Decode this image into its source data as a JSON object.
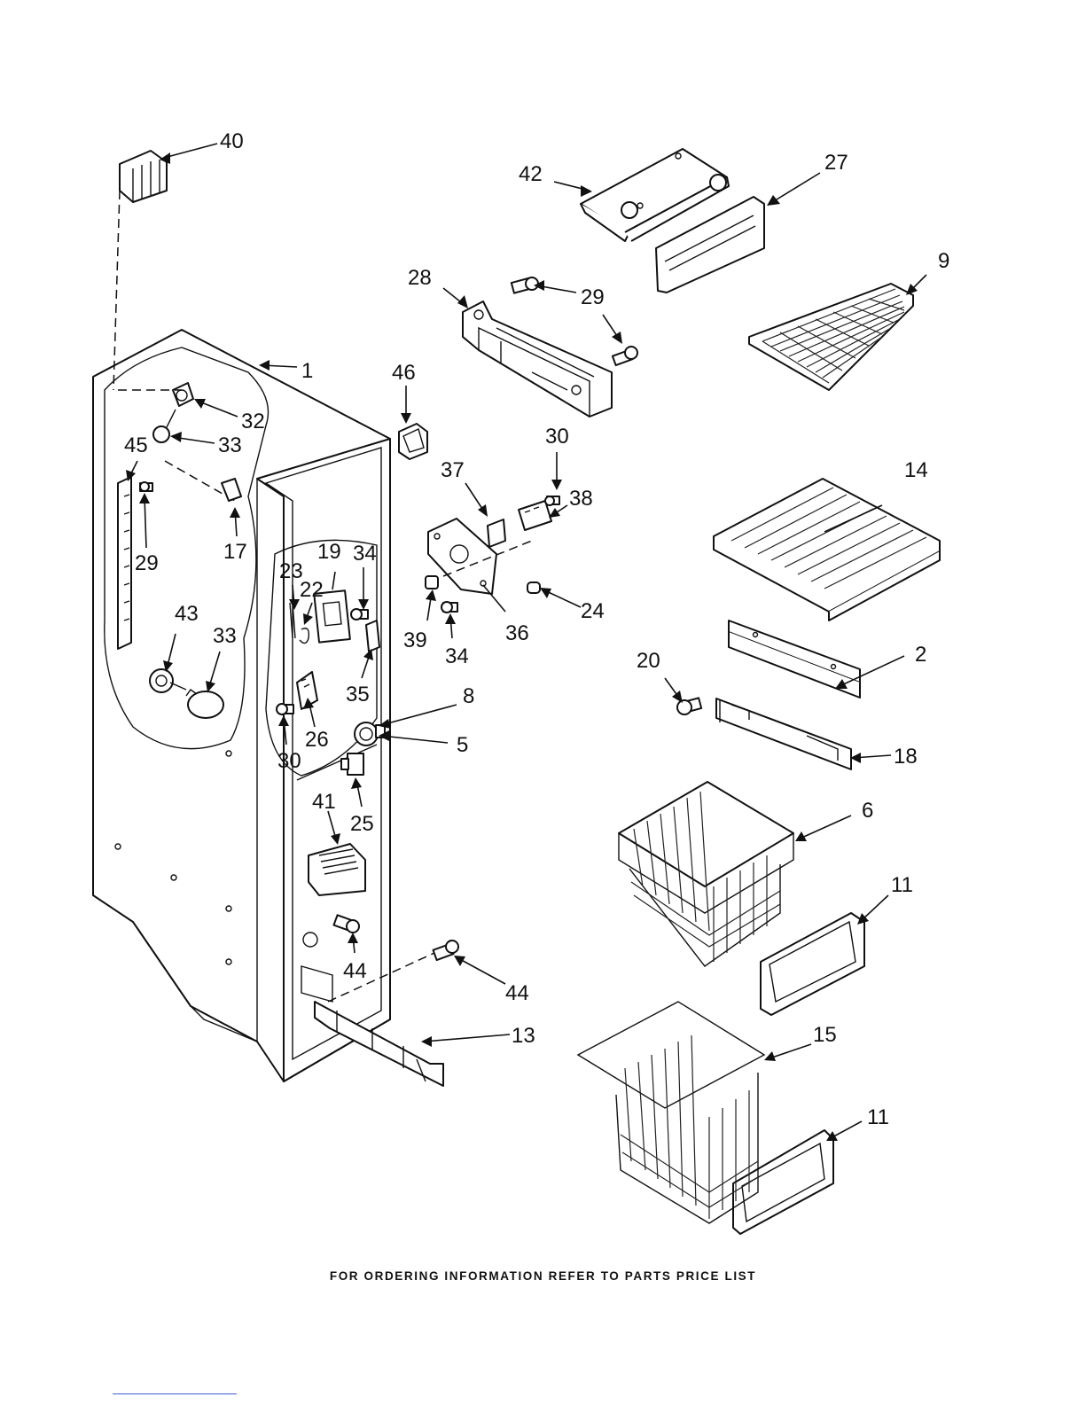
{
  "footer_note": "FOR ORDERING INFORMATION REFER TO PARTS PRICE LIST",
  "callouts": [
    {
      "label": "40"
    },
    {
      "label": "42"
    },
    {
      "label": "27"
    },
    {
      "label": "28"
    },
    {
      "label": "29"
    },
    {
      "label": "9"
    },
    {
      "label": "1"
    },
    {
      "label": "46"
    },
    {
      "label": "32"
    },
    {
      "label": "33"
    },
    {
      "label": "45"
    },
    {
      "label": "30"
    },
    {
      "label": "14"
    },
    {
      "label": "37"
    },
    {
      "label": "38"
    },
    {
      "label": "29"
    },
    {
      "label": "17"
    },
    {
      "label": "23"
    },
    {
      "label": "19"
    },
    {
      "label": "34"
    },
    {
      "label": "22"
    },
    {
      "label": "24"
    },
    {
      "label": "39"
    },
    {
      "label": "34"
    },
    {
      "label": "36"
    },
    {
      "label": "2"
    },
    {
      "label": "43"
    },
    {
      "label": "33"
    },
    {
      "label": "20"
    },
    {
      "label": "35"
    },
    {
      "label": "8"
    },
    {
      "label": "26"
    },
    {
      "label": "5"
    },
    {
      "label": "18"
    },
    {
      "label": "30"
    },
    {
      "label": "41"
    },
    {
      "label": "6"
    },
    {
      "label": "25"
    },
    {
      "label": "11"
    },
    {
      "label": "44"
    },
    {
      "label": "44"
    },
    {
      "label": "13"
    },
    {
      "label": "15"
    },
    {
      "label": "11"
    }
  ]
}
